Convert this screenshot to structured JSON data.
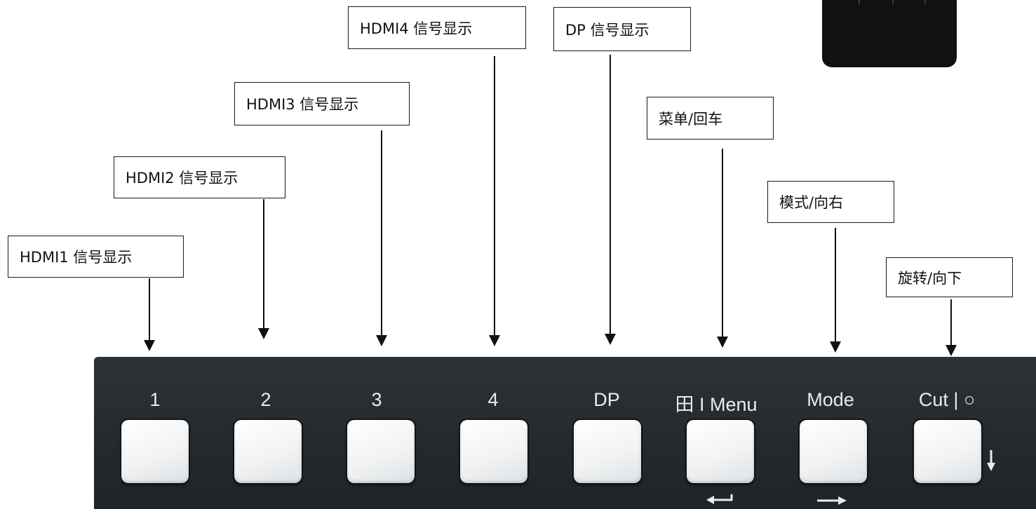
{
  "callouts": {
    "hdmi1": "HDMI1 信号显示",
    "hdmi2": "HDMI2 信号显示",
    "hdmi3": "HDMI3 信号显示",
    "hdmi4": "HDMI4 信号显示",
    "dp": "DP 信号显示",
    "menu": "菜单/回车",
    "mode": "模式/向右",
    "cut": "旋转/向下"
  },
  "panel": {
    "key1": "1",
    "key2": "2",
    "key3": "3",
    "key4": "4",
    "dp": "DP",
    "menu": "田 I Menu",
    "mode": "Mode",
    "cut": "Cut | ○"
  },
  "colors": {
    "panel": "#262a2e",
    "key": "#f2f3f4",
    "label": "#e9ecef",
    "arrow": "#111111"
  }
}
